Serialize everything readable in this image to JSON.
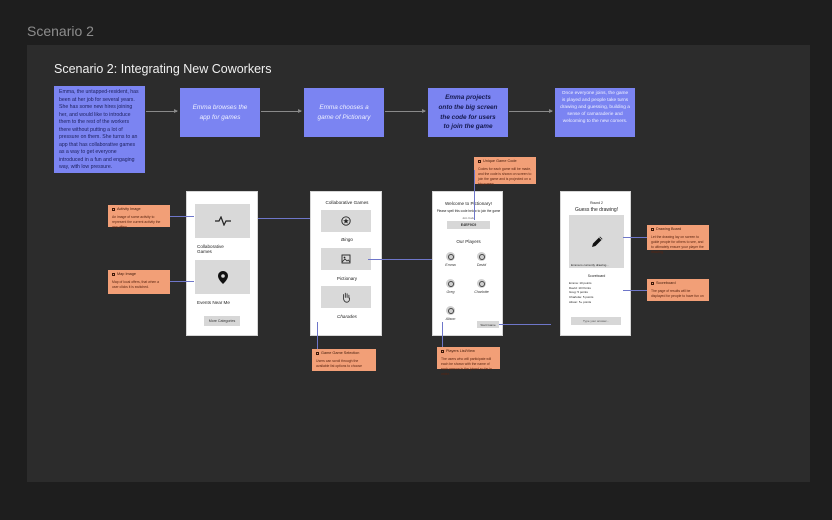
{
  "frame_label": "Scenario 2",
  "title": "Scenario 2: Integrating New Coworkers",
  "flow": {
    "intro": "Emma, the untapped-resident, has been at her job for several years. She has some new hires joining her, and would like to introduce them to the rest of the workers there without putting a lot of pressure on them. She turns to an app that has collaborative games as a way to get everyone introduced in a fun and engaging way, with low pressure.",
    "step1": "Emma browses the app for games",
    "step2": "Emma chooses a game of Pictionary",
    "step3": "Emma projects onto the big screen the code for users to join the game",
    "step4": "Once everyone joins, the game is played and people take turns drawing and guessing, building a sense of camaraderie and welcoming to the new comers."
  },
  "screens": {
    "browse": {
      "item1": "Collaborative Games",
      "item2": "Events Near Me",
      "button": "More Categories"
    },
    "games": {
      "header": "Collaborative Games",
      "game1": "Bingo",
      "game2": "Pictionary",
      "game3": "Charades"
    },
    "lobby": {
      "title": "Welcome to Pictionary!",
      "subtitle": "Please spell this code below to join the game",
      "code_label": "Join Code",
      "code": "E4EF9C9",
      "players_label": "Our Players",
      "players": [
        "Emma",
        "David",
        "Greg",
        "Charlotte",
        "Alison"
      ],
      "start_button": "Start Game"
    },
    "play": {
      "round": "Round 2",
      "heading": "Guess the drawing!",
      "drawing_caption": "Emma is currently drawing...",
      "scoreboard_label": "Scoreboard",
      "scores": [
        "Emma: 10 points",
        "David: 10 Points",
        "Greg: 5 points",
        "Charlotte: 5 points",
        "Alison: 5+ points"
      ],
      "input_placeholder": "Type your answer..."
    }
  },
  "notes": {
    "menu_image": {
      "title": "Activity Image",
      "body": "An image of some activity to represent the current activity the app offers"
    },
    "map_image": {
      "title": "Map Image",
      "body": "Map of local offers, that when a user clicks it is switched."
    },
    "unique_game_code": {
      "title": "Unique Game Code",
      "body": "Codes for each game will be made, and the code is shown on screen to join the game and is projected on a big screen"
    },
    "game_selection": {
      "title": "Game Game Selection",
      "body": "Users can scroll through the available list options to choose"
    },
    "players_list": {
      "title": "Players List/View",
      "body": "The users who will participate will each be shown with the name of each person in the joined so far in order."
    },
    "drawing_board": {
      "title": "Drawing Board",
      "body": "Let the drawing lay on screen to guide people for others to see, and to ultimately ensure your player the drawing."
    },
    "scoreboard": {
      "title": "Scoreboard",
      "body": "The page of results will be displayed for people to have fun on"
    }
  }
}
